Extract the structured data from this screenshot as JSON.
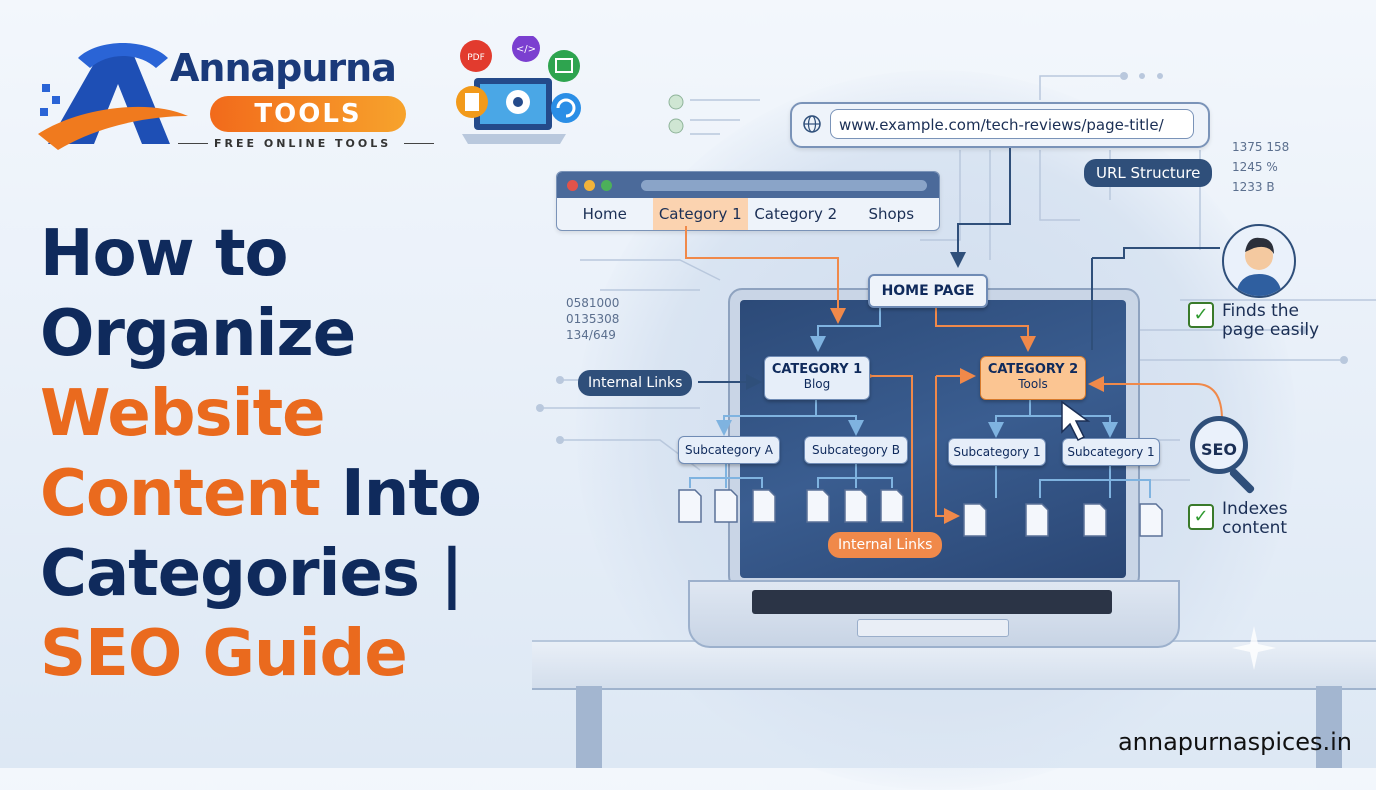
{
  "brand": {
    "name": "Annapurna",
    "tools": "TOOLS",
    "tagline": "FREE ONLINE TOOLS",
    "app_icons": [
      "pdf-icon",
      "code-icon",
      "image-icon",
      "calculator-icon",
      "gear-icon",
      "refresh-icon"
    ],
    "pdf_label": "PDF",
    "code_label": "</>"
  },
  "headline": {
    "line1": "How to",
    "line2": "Organize",
    "line3": "Website",
    "line4a": "Content",
    "line4b": " Into",
    "line5": "Categories |",
    "line6": "SEO Guide"
  },
  "footer_url": "annapurnaspices.in",
  "url_bar": {
    "url": "www.example.com/tech-reviews/page-title/",
    "label": "URL Structure"
  },
  "browser": {
    "tabs": [
      "Home",
      "Category 1",
      "Category 2",
      "Shops"
    ],
    "active_tab": 1
  },
  "side_numbers_right": [
    "1375 158",
    "1245 %",
    "1233 B"
  ],
  "side_numbers_left": [
    "0581000",
    "0135308",
    "134/649"
  ],
  "tree": {
    "home": "HOME PAGE",
    "cat1_title": "CATEGORY 1",
    "cat1_sub": "Blog",
    "cat2_title": "CATEGORY 2",
    "cat2_sub": "Tools",
    "subcats": [
      "Subcategory A",
      "Subcategory B",
      "Subcategory 1",
      "Subcategory 1"
    ],
    "internal_links_left": "Internal Links",
    "internal_links_bottom": "Internal Links"
  },
  "callouts": {
    "finds_line1": "Finds the",
    "finds_line2": "page easily",
    "seo": "SEO",
    "indexes_line1": "Indexes",
    "indexes_line2": "content"
  },
  "colors": {
    "navy": "#0f2a5c",
    "orange": "#ea6a1e",
    "slate": "#2f4f7a"
  }
}
